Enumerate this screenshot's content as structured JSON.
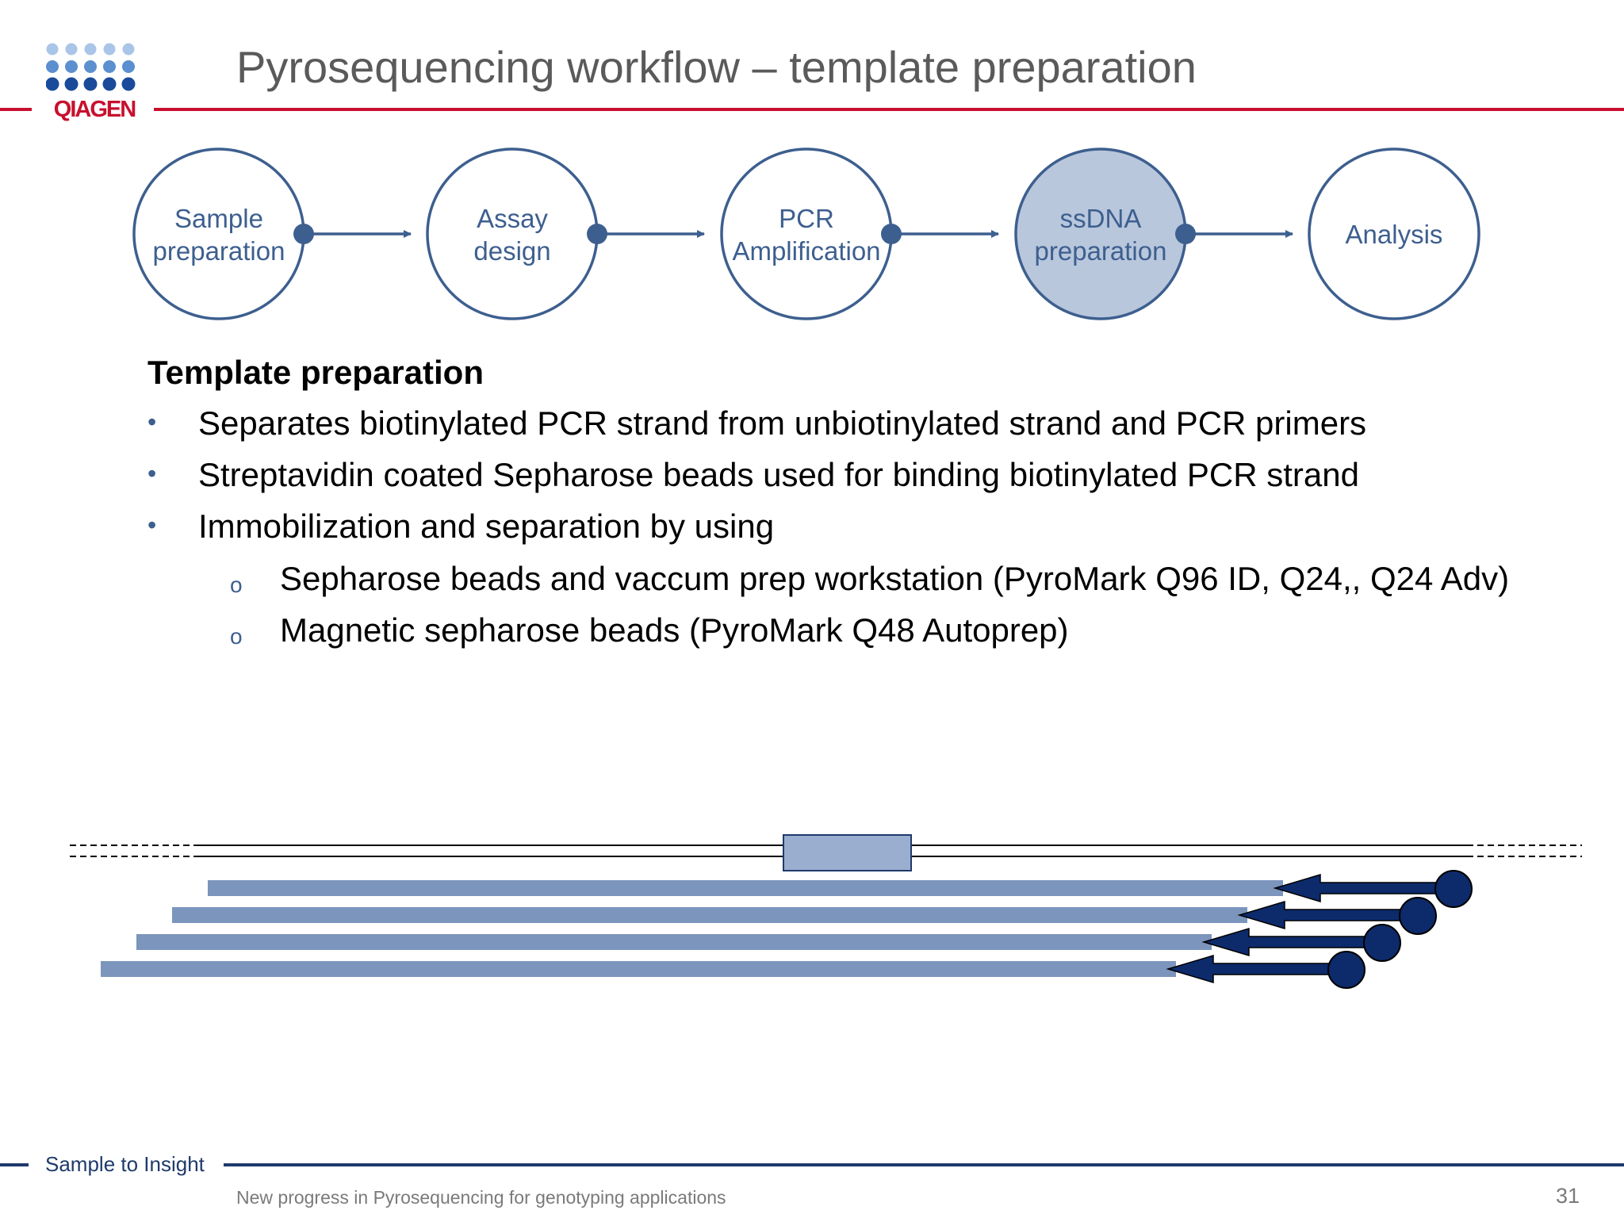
{
  "header": {
    "logo_text": "QIAGEN",
    "title": "Pyrosequencing workflow – template preparation"
  },
  "workflow": {
    "steps": [
      {
        "line1": "Sample",
        "line2": "preparation",
        "active": false
      },
      {
        "line1": "Assay",
        "line2": "design",
        "active": false
      },
      {
        "line1": "PCR",
        "line2": "Amplification",
        "active": false
      },
      {
        "line1": "ssDNA",
        "line2": "preparation",
        "active": true
      },
      {
        "line1": "Analysis",
        "line2": "",
        "active": false
      }
    ]
  },
  "content": {
    "heading": "Template preparation",
    "bullets": [
      "Separates biotinylated PCR strand from unbiotinylated strand and PCR primers",
      "Streptavidin coated Sepharose beads used for binding biotinylated PCR strand",
      "Immobilization and separation by using"
    ],
    "subbullets": [
      "Sepharose beads and vaccum prep workstation (PyroMark Q96 ID, Q24,, Q24 Adv)",
      "Magnetic sepharose beads (PyroMark Q48 Autoprep)"
    ],
    "bullet_symbol": "•",
    "subbullet_symbol": "o"
  },
  "footer": {
    "tagline": "Sample to Insight",
    "presentation": "New progress in Pyrosequencing for genotyping applications",
    "page": "31"
  },
  "colors": {
    "brand_red": "#c8102e",
    "navy": "#1f3a6b",
    "circle_stroke": "#3d5f8f",
    "active_fill": "#b8c7dc",
    "strand_fill": "#7b95bd",
    "primer_fill": "#0d2b6b"
  }
}
